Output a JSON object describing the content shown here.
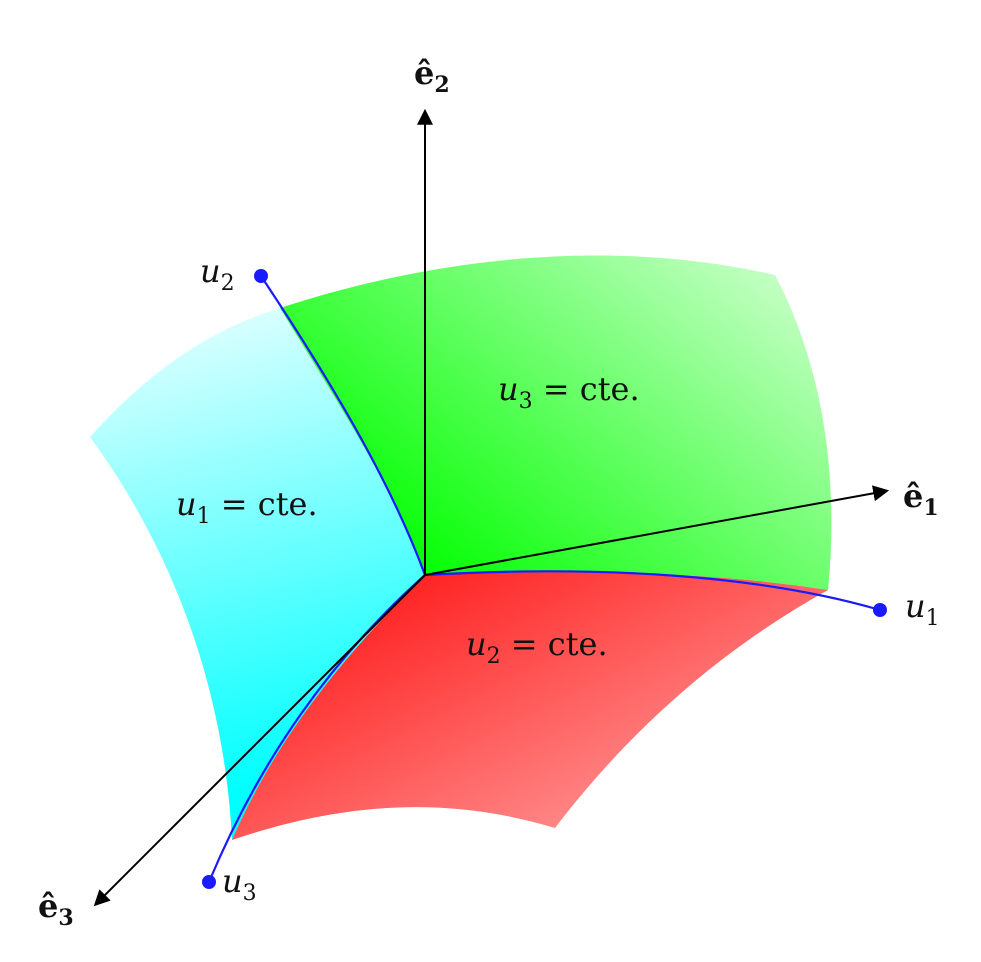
{
  "surfaces": {
    "u1": {
      "var": "u",
      "sub": "1",
      "rest": " = cte.",
      "color": "#00ffff"
    },
    "u2": {
      "var": "u",
      "sub": "2",
      "rest": " = cte.",
      "color": "#ff1a1a"
    },
    "u3": {
      "var": "u",
      "sub": "3",
      "rest": " = cte.",
      "color": "#00ff00"
    }
  },
  "axes": {
    "e1": {
      "symbol": "ê",
      "sub": "1"
    },
    "e2": {
      "symbol": "ê",
      "sub": "2"
    },
    "e3": {
      "symbol": "ê",
      "sub": "3"
    }
  },
  "curves": {
    "u1": {
      "var": "u",
      "sub": "1"
    },
    "u2": {
      "var": "u",
      "sub": "2"
    },
    "u3": {
      "var": "u",
      "sub": "3"
    },
    "color": "#1a1aff"
  }
}
